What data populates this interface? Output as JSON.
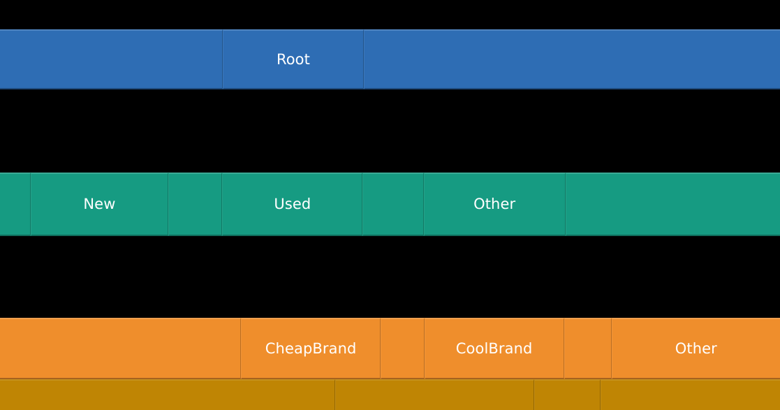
{
  "chart_data": {
    "type": "icicle",
    "title": "",
    "background_color": "#000000",
    "label_color": "#ffffff",
    "orientation": "horizontal-levels-top-down",
    "levels": [
      {
        "name": "root-level",
        "depth": 0,
        "color": "#2E6DB4",
        "nodes": [
          {
            "label": "",
            "start_pct": 0.0,
            "end_pct": 28.6,
            "show_label": false
          },
          {
            "label": "Root",
            "start_pct": 28.6,
            "end_pct": 46.6,
            "show_label": true
          },
          {
            "label": "",
            "start_pct": 46.6,
            "end_pct": 100.0,
            "show_label": false
          }
        ]
      },
      {
        "name": "category-level",
        "depth": 1,
        "color": "#169B82",
        "nodes": [
          {
            "label": "",
            "start_pct": 0.0,
            "end_pct": 3.9,
            "show_label": false
          },
          {
            "label": "New",
            "start_pct": 3.9,
            "end_pct": 21.6,
            "show_label": true
          },
          {
            "label": "",
            "start_pct": 21.6,
            "end_pct": 28.5,
            "show_label": false
          },
          {
            "label": "Used",
            "start_pct": 28.5,
            "end_pct": 46.5,
            "show_label": true
          },
          {
            "label": "",
            "start_pct": 46.5,
            "end_pct": 54.3,
            "show_label": false
          },
          {
            "label": "Other",
            "start_pct": 54.3,
            "end_pct": 72.5,
            "show_label": true
          },
          {
            "label": "",
            "start_pct": 72.5,
            "end_pct": 100.0,
            "show_label": false
          }
        ]
      },
      {
        "name": "brand-level",
        "depth": 2,
        "color": "#EF8E2C",
        "nodes": [
          {
            "label": "",
            "start_pct": 0.0,
            "end_pct": 30.9,
            "show_label": false
          },
          {
            "label": "CheapBrand",
            "start_pct": 30.9,
            "end_pct": 48.8,
            "show_label": true
          },
          {
            "label": "",
            "start_pct": 48.8,
            "end_pct": 54.4,
            "show_label": false
          },
          {
            "label": "CoolBrand",
            "start_pct": 54.4,
            "end_pct": 72.3,
            "show_label": true
          },
          {
            "label": "",
            "start_pct": 72.3,
            "end_pct": 78.4,
            "show_label": false
          },
          {
            "label": "Other",
            "start_pct": 78.4,
            "end_pct": 100.0,
            "show_label": true
          }
        ]
      },
      {
        "name": "leaf-level",
        "depth": 3,
        "color": "#BF8504",
        "nodes": [
          {
            "label": "",
            "start_pct": 0.0,
            "end_pct": 43.0,
            "show_label": false
          },
          {
            "label": "",
            "start_pct": 43.0,
            "end_pct": 68.5,
            "show_label": false
          },
          {
            "label": "",
            "start_pct": 68.5,
            "end_pct": 77.0,
            "show_label": false
          },
          {
            "label": "",
            "start_pct": 77.0,
            "end_pct": 100.0,
            "show_label": false
          }
        ]
      }
    ],
    "labels_visible": [
      "Root",
      "New",
      "Used",
      "Other",
      "CheapBrand",
      "CoolBrand",
      "Other"
    ],
    "colors": {
      "root": "#2E6DB4",
      "category": "#169B82",
      "brand": "#EF8E2C",
      "leaf": "#BF8504",
      "background": "#000000",
      "text": "#ffffff"
    }
  }
}
